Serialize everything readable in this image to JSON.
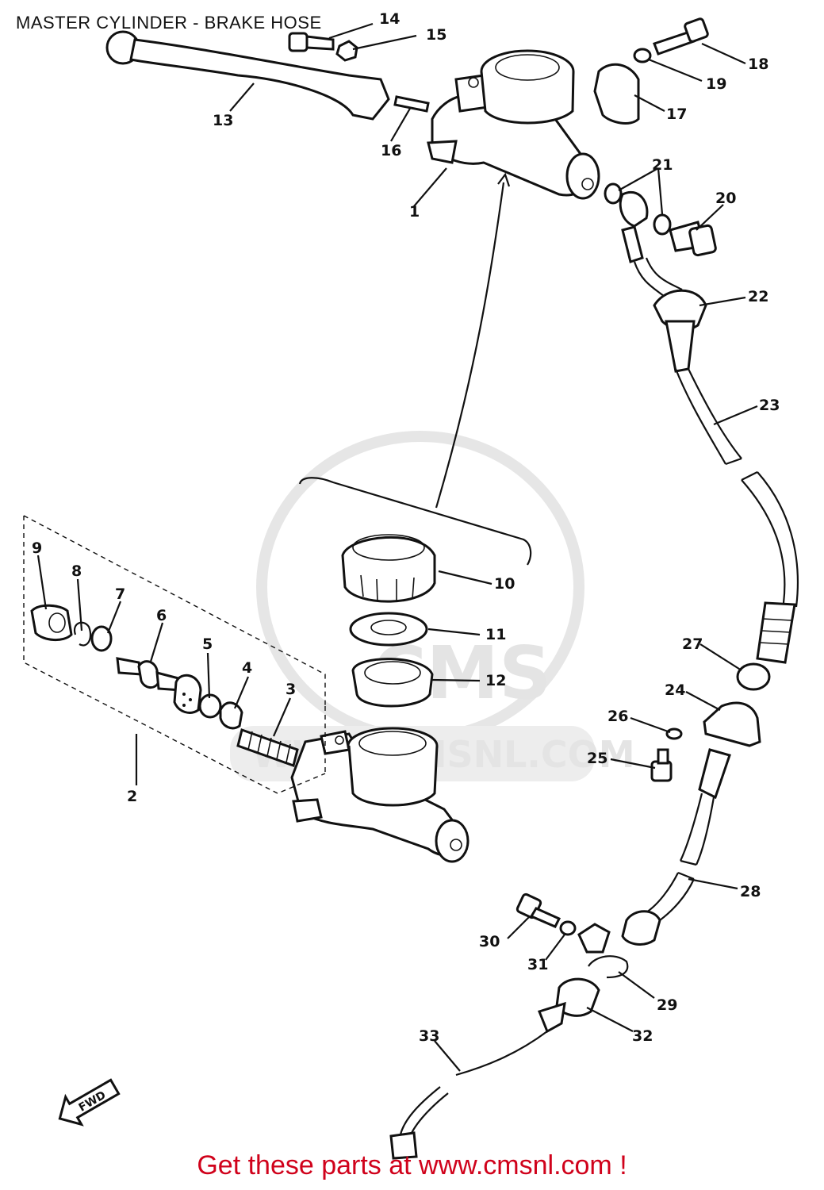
{
  "title": "MASTER CYLINDER - BRAKE HOSE",
  "footer": "Get these parts at www.cmsnl.com !",
  "watermark": {
    "brand": "CMS",
    "url": "WWW.CMSNL.COM"
  },
  "fwd_arrow": "FWD",
  "callouts": [
    "1",
    "2",
    "3",
    "4",
    "5",
    "6",
    "7",
    "8",
    "9",
    "10",
    "11",
    "12",
    "13",
    "14",
    "15",
    "16",
    "17",
    "18",
    "19",
    "20",
    "21",
    "22",
    "23",
    "24",
    "25",
    "26",
    "27",
    "28",
    "29",
    "30",
    "31",
    "32",
    "33"
  ]
}
